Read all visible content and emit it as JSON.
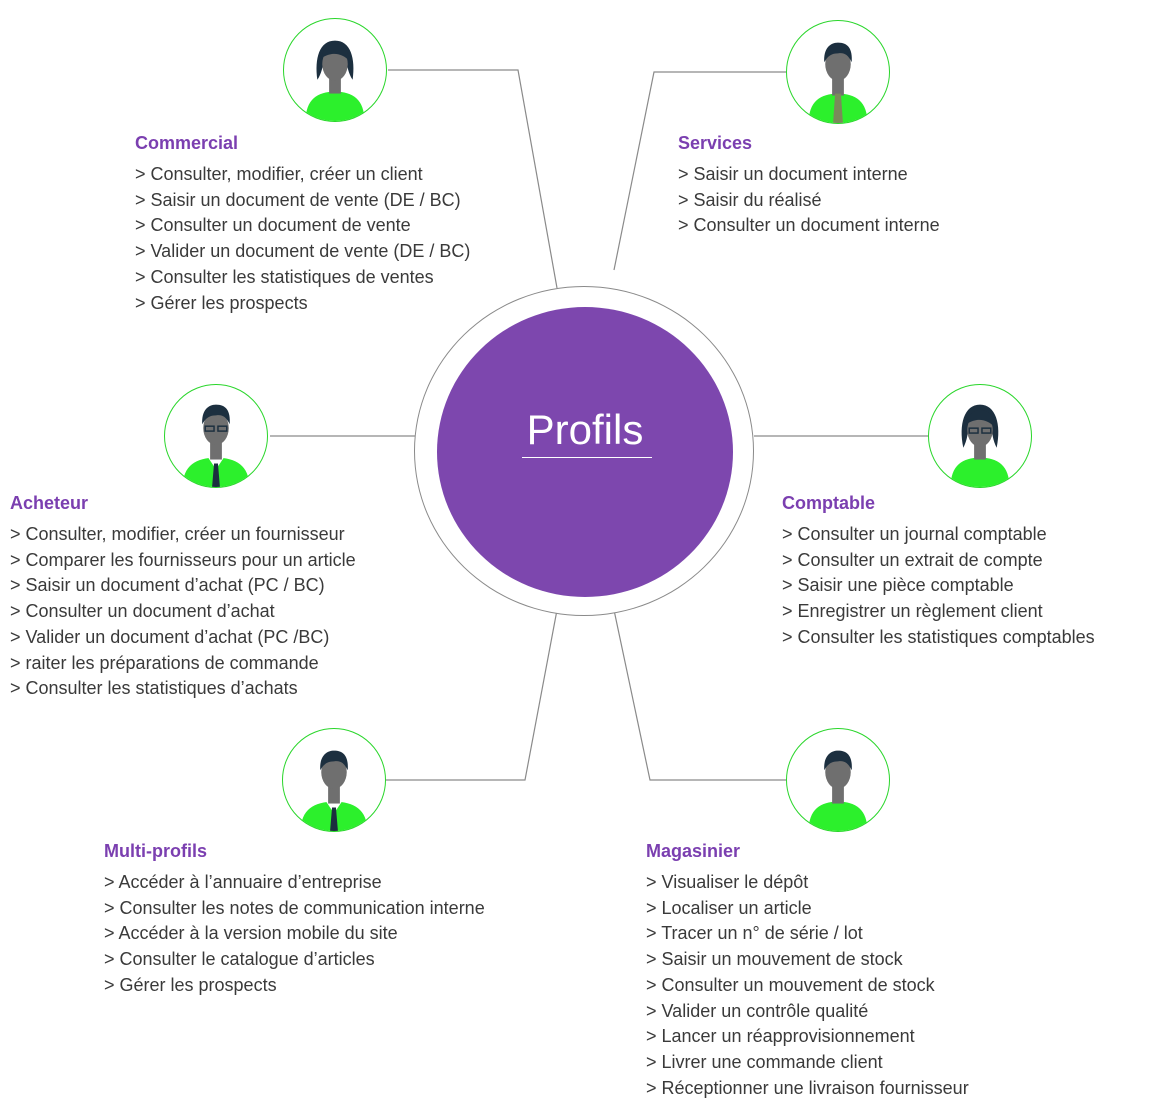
{
  "center": {
    "label": "Profils"
  },
  "colors": {
    "accent_purple": "#7d47ae",
    "title_purple": "#7b3fb0",
    "avatar_green": "#29d62a",
    "text": "#3a3a3a",
    "line_grey": "#8a8a8a"
  },
  "profiles": [
    {
      "key": "commercial",
      "title": "Commercial",
      "avatar": "woman-icon",
      "items": [
        "> Consulter, modifier, créer un client",
        "> Saisir un document de vente (DE / BC)",
        "> Consulter un document de vente",
        "> Valider un document de vente (DE / BC)",
        "> Consulter les statistiques de ventes",
        "> Gérer les prospects"
      ]
    },
    {
      "key": "services",
      "title": "Services",
      "avatar": "man-tie-icon",
      "items": [
        "> Saisir un document interne",
        "> Saisir du réalisé",
        "> Consulter un document interne"
      ]
    },
    {
      "key": "acheteur",
      "title": "Acheteur",
      "avatar": "man-glasses-suit-icon",
      "items": [
        "> Consulter, modifier, créer un fournisseur",
        "> Comparer les fournisseurs pour un article",
        "> Saisir un document d’achat (PC / BC)",
        "> Consulter un document d’achat",
        "> Valider un document d’achat (PC /BC)",
        "> raiter les préparations de commande",
        "> Consulter les statistiques d’achats"
      ]
    },
    {
      "key": "comptable",
      "title": "Comptable",
      "avatar": "woman-glasses-icon",
      "items": [
        "> Consulter un journal comptable",
        "> Consulter un extrait de compte",
        "> Saisir une pièce comptable",
        "> Enregistrer un règlement client",
        "> Consulter les statistiques comptables"
      ]
    },
    {
      "key": "multi",
      "title": "Multi-profils",
      "avatar": "man-suit-tie-icon",
      "items": [
        "> Accéder à l’annuaire d’entreprise",
        "> Consulter les notes de communication interne",
        "> Accéder à la version mobile du site",
        "> Consulter le catalogue d’articles",
        "> Gérer les prospects"
      ]
    },
    {
      "key": "magasinier",
      "title": "Magasinier",
      "avatar": "man-icon",
      "items": [
        "> Visualiser le dépôt",
        "> Localiser un article",
        "> Tracer un n° de série / lot",
        "> Saisir un mouvement de stock",
        "> Consulter un mouvement de stock",
        "> Valider un contrôle qualité",
        "> Lancer un réapprovisionnement",
        "> Livrer une commande client",
        "> Réceptionner une livraison fournisseur"
      ]
    }
  ]
}
